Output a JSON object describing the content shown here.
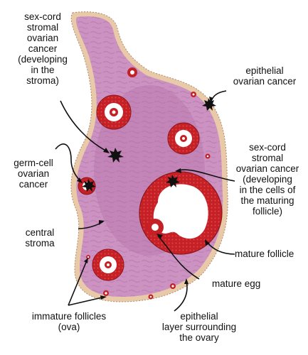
{
  "labels": {
    "sex_cord_stroma": "sex-cord\nstromal\novarian\ncancer\n(developing\nin the\nstroma)",
    "epithelial_cancer": "epithelial\novarian cancer",
    "germ_cell": "germ-cell\novarian\ncancer",
    "sex_cord_follicle": "sex-cord\nstromal\novarian cancer\n(developing\nin the cells of\nthe maturing\nfollicle)",
    "central_stroma": "central\nstroma",
    "mature_follicle": "mature follicle",
    "mature_egg": "mature egg",
    "immature_follicles": "immature follicles\n(ova)",
    "epithelial_layer": "epithelial\nlayer surrounding\nthe ovary"
  },
  "colors": {
    "tissue": "#cc93c2",
    "tissue_texture": "#b474a8",
    "epithelium": "#e8c9a8",
    "follicle_red": "#c42026",
    "follicle_dark": "#8d1518",
    "star": "#111111"
  }
}
